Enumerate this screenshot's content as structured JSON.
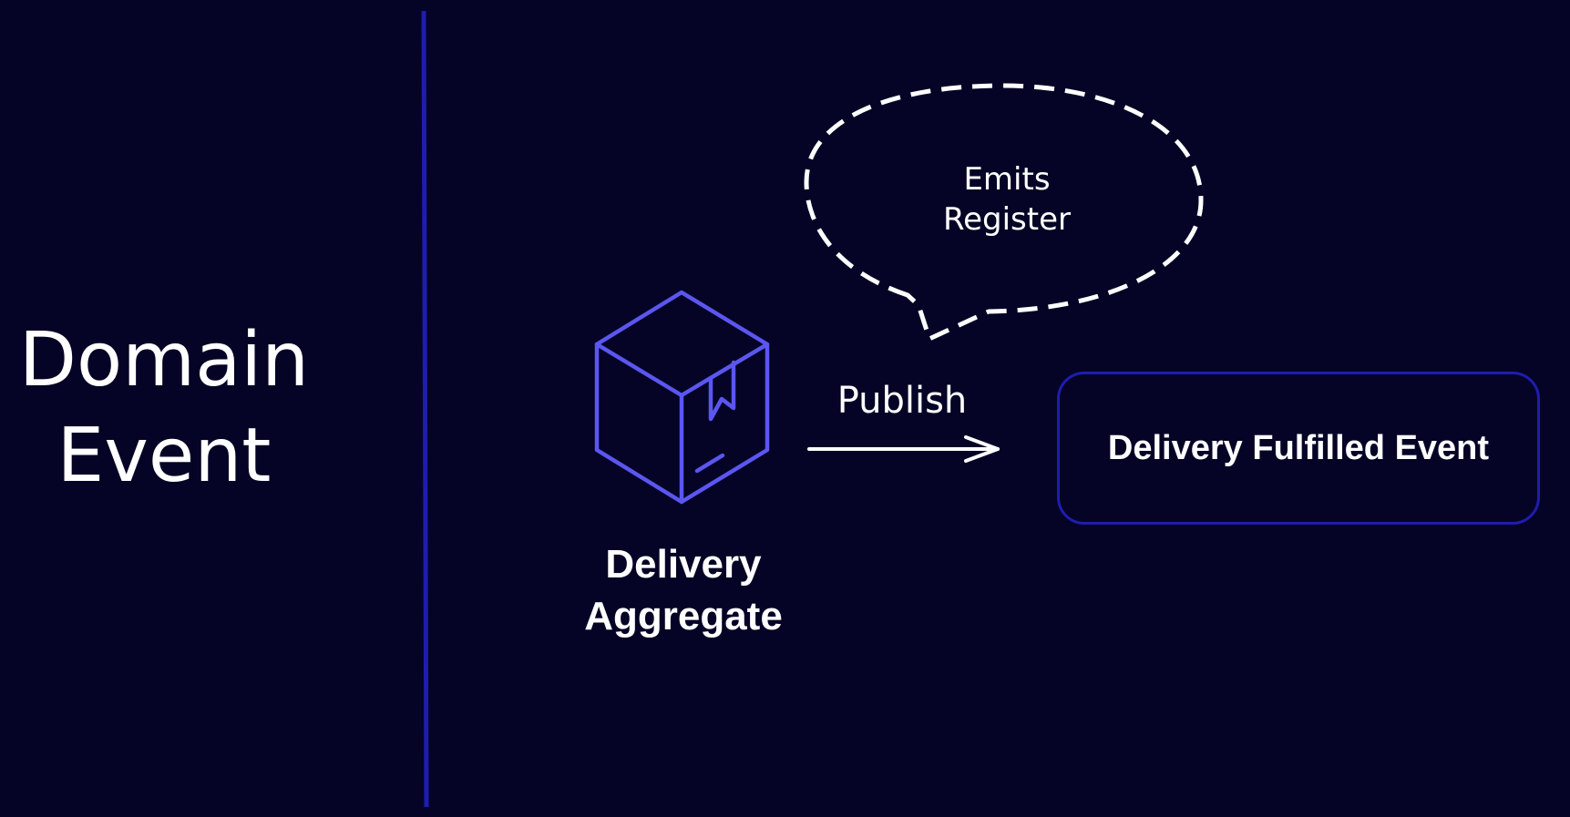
{
  "title": {
    "line1": "Domain",
    "line2": "Event"
  },
  "aggregate": {
    "line1": "Delivery",
    "line2": "Aggregate",
    "icon": "package-box-icon"
  },
  "bubble": {
    "line1": "Emits",
    "line2": "Register"
  },
  "arrow_label": "Publish",
  "event": {
    "label": "Delivery Fulfilled Event"
  },
  "colors": {
    "background": "#050426",
    "divider": "#1f1cb0",
    "icon": "#5b56f0",
    "box_border": "#1f1cb0",
    "text": "#ffffff"
  }
}
